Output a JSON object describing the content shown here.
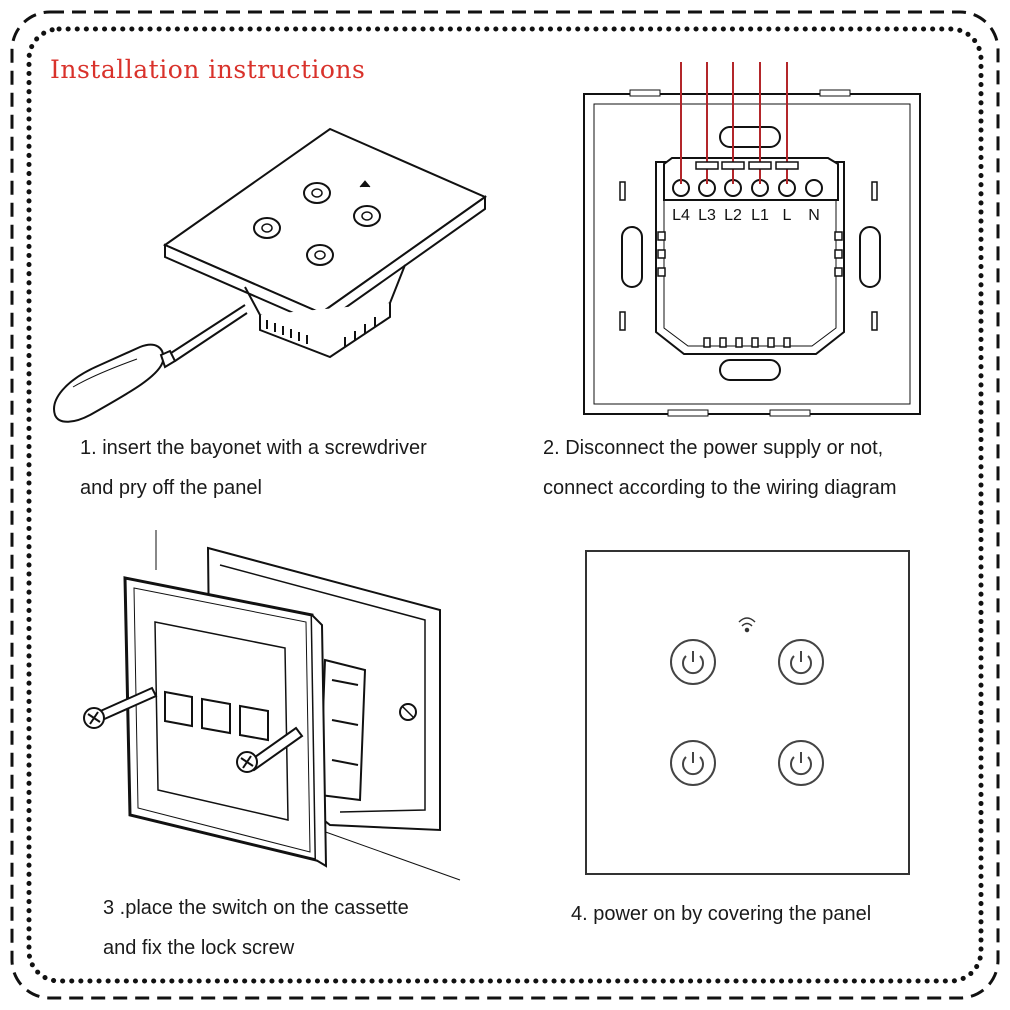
{
  "title": "Installation instructions",
  "steps": [
    {
      "line1": "1. insert the bayonet with a screwdriver",
      "line2": "and pry off the panel"
    },
    {
      "line1": "2. Disconnect the power supply or not,",
      "line2": "connect according to the wiring diagram"
    },
    {
      "line1": "3 .place the switch on the cassette",
      "line2": "and fix the lock screw"
    },
    {
      "line1": "4. power on by covering the panel"
    }
  ],
  "terminals": [
    "L4",
    "L3",
    "L2",
    "L1",
    "L",
    "N"
  ],
  "colors": {
    "title": "#d9322b",
    "wire": "#b3262a",
    "border": "#111111"
  }
}
